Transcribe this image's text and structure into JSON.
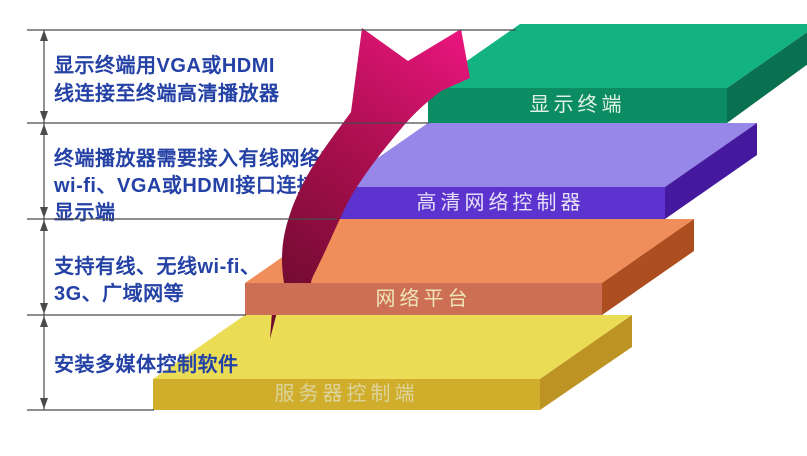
{
  "canvas": {
    "background": "#FFFFFF"
  },
  "annotations": {
    "text_color": "#2441A5",
    "blocks": [
      {
        "lines": [
          "显示终端用VGA或HDMI",
          "线连接至终端高清播放器"
        ]
      },
      {
        "lines": [
          "终端播放器需要接入有线网络或",
          "wi-fi、VGA或HDMI接口连接至",
          "显示端"
        ]
      },
      {
        "lines": [
          "支持有线、无线wi-fi、",
          "3G、广域网等"
        ]
      },
      {
        "lines": [
          "安装多媒体控制软件"
        ]
      }
    ]
  },
  "steps": [
    {
      "id": "server-control",
      "label": "服务器控制端",
      "colors": {
        "top": "#EBDC55",
        "front": "#D1AD2C",
        "side": "#BD9424",
        "label": "#DBD49C"
      }
    },
    {
      "id": "network-platform",
      "label": "网络平台",
      "colors": {
        "top": "#F08E5B",
        "front": "#CC6F55",
        "side": "#AC4E20",
        "label": "#EFE5B8"
      }
    },
    {
      "id": "hd-network-controller",
      "label": "高清网络控制器",
      "colors": {
        "top": "#9787E8",
        "front": "#5C33CE",
        "side": "#44199E",
        "label": "#E6E1F8"
      }
    },
    {
      "id": "display-terminal",
      "label": "显示终端",
      "colors": {
        "top": "#13B381",
        "front": "#0C8C63",
        "side": "#097150",
        "label": "#DFF2E4"
      }
    }
  ],
  "arrow": {
    "name": "growth-arrow",
    "gradient": {
      "start": "#6F0B2F",
      "mid": "#A80F4D",
      "end": "#E9157E"
    }
  },
  "ruler": {
    "line_color": "#4A4A4A"
  }
}
